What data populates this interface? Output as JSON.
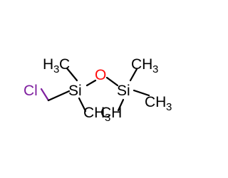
{
  "molecule": {
    "atoms": {
      "cl": "Cl",
      "si_left": "Si",
      "si_right": "Si",
      "o": "O",
      "ch3_label": "CH",
      "h3_label": "H",
      "subscript_3": "3"
    },
    "colors": {
      "bond": "#000000",
      "chlorine": "#7f1f9f",
      "silicon": "#000000",
      "oxygen": "#ff0d0d",
      "carbon": "#000000"
    }
  }
}
